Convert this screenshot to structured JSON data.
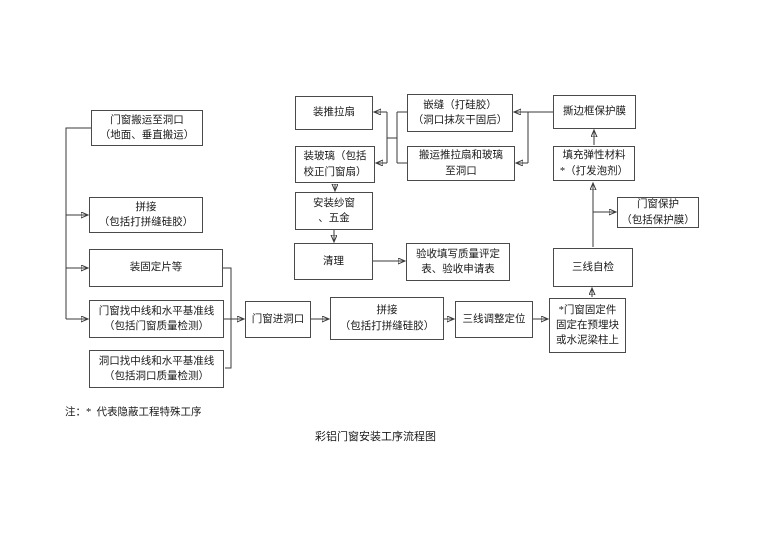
{
  "page": {
    "note": "注：*  代表隐蔽工程特殊工序",
    "title": "彩铝门窗安装工序流程图"
  },
  "colors": {
    "background": "#ffffff",
    "box_border": "#4a4a4a",
    "line": "#3a3a3a",
    "text": "#1a1a1a"
  },
  "boxes": [
    {
      "id": "move-to-opening",
      "text": "门窗搬运至洞口\n（地面、垂直搬运）"
    },
    {
      "id": "splice-prep",
      "text": "拼接\n（包括打拼缝硅胶）"
    },
    {
      "id": "install-fixing-pieces",
      "text": "装固定片等"
    },
    {
      "id": "dw-centerline",
      "text": "门窗找中线和水平基准线\n（包括门窗质量检测）"
    },
    {
      "id": "opening-centerline",
      "text": "洞口找中线和水平基准线\n（包括洞口质量检测）"
    },
    {
      "id": "enter-opening",
      "text": "门窗进洞口"
    },
    {
      "id": "splice-main",
      "text": "拼接\n（包括打拼缝硅胶）"
    },
    {
      "id": "three-line-adjust",
      "text": "三线调整定位"
    },
    {
      "id": "fastener-fix",
      "text": "*门窗固定件\n固定在预埋块\n或水泥梁柱上"
    },
    {
      "id": "three-line-self-check",
      "text": "三线自检"
    },
    {
      "id": "dw-protection",
      "text": "门窗保护\n（包括保护膜）"
    },
    {
      "id": "elastic-fill",
      "text": "填充弹性材料\n*（打发泡剂）"
    },
    {
      "id": "tear-protective-film",
      "text": "撕边框保护膜"
    },
    {
      "id": "caulking",
      "text": "嵌缝（打硅胶）\n（洞口抹灰干固后）"
    },
    {
      "id": "carry-sash-glass",
      "text": "搬运推拉扇和玻璃\n至洞口"
    },
    {
      "id": "install-sliding-sash",
      "text": "装推拉扇"
    },
    {
      "id": "install-glass",
      "text": "装玻璃（包括\n校正门窗扇）"
    },
    {
      "id": "install-screen-hardware",
      "text": "安装纱窗\n、五金"
    },
    {
      "id": "cleanup",
      "text": "清理"
    },
    {
      "id": "acceptance",
      "text": "验收填写质量评定\n表、验收申请表"
    }
  ],
  "edges": [
    {
      "from": "move-to-opening",
      "to": "splice-prep"
    },
    {
      "from": "move-to-opening",
      "to": "install-fixing-pieces"
    },
    {
      "from": "move-to-opening",
      "to": "dw-centerline"
    },
    {
      "from": "install-fixing-pieces",
      "to": "enter-opening"
    },
    {
      "from": "dw-centerline",
      "to": "enter-opening"
    },
    {
      "from": "opening-centerline",
      "to": "enter-opening"
    },
    {
      "from": "enter-opening",
      "to": "splice-main"
    },
    {
      "from": "splice-main",
      "to": "three-line-adjust"
    },
    {
      "from": "three-line-adjust",
      "to": "fastener-fix"
    },
    {
      "from": "fastener-fix",
      "to": "three-line-self-check"
    },
    {
      "from": "three-line-self-check",
      "to": "dw-protection"
    },
    {
      "from": "three-line-self-check",
      "to": "elastic-fill"
    },
    {
      "from": "elastic-fill",
      "to": "tear-protective-film"
    },
    {
      "from": "tear-protective-film",
      "to": "caulking"
    },
    {
      "from": "tear-protective-film",
      "to": "carry-sash-glass"
    },
    {
      "from": "caulking",
      "to": "install-sliding-sash"
    },
    {
      "from": "caulking",
      "to": "install-glass"
    },
    {
      "from": "carry-sash-glass",
      "to": "install-sliding-sash"
    },
    {
      "from": "carry-sash-glass",
      "to": "install-glass"
    },
    {
      "from": "install-glass",
      "to": "install-screen-hardware"
    },
    {
      "from": "install-screen-hardware",
      "to": "cleanup"
    },
    {
      "from": "cleanup",
      "to": "acceptance"
    }
  ]
}
